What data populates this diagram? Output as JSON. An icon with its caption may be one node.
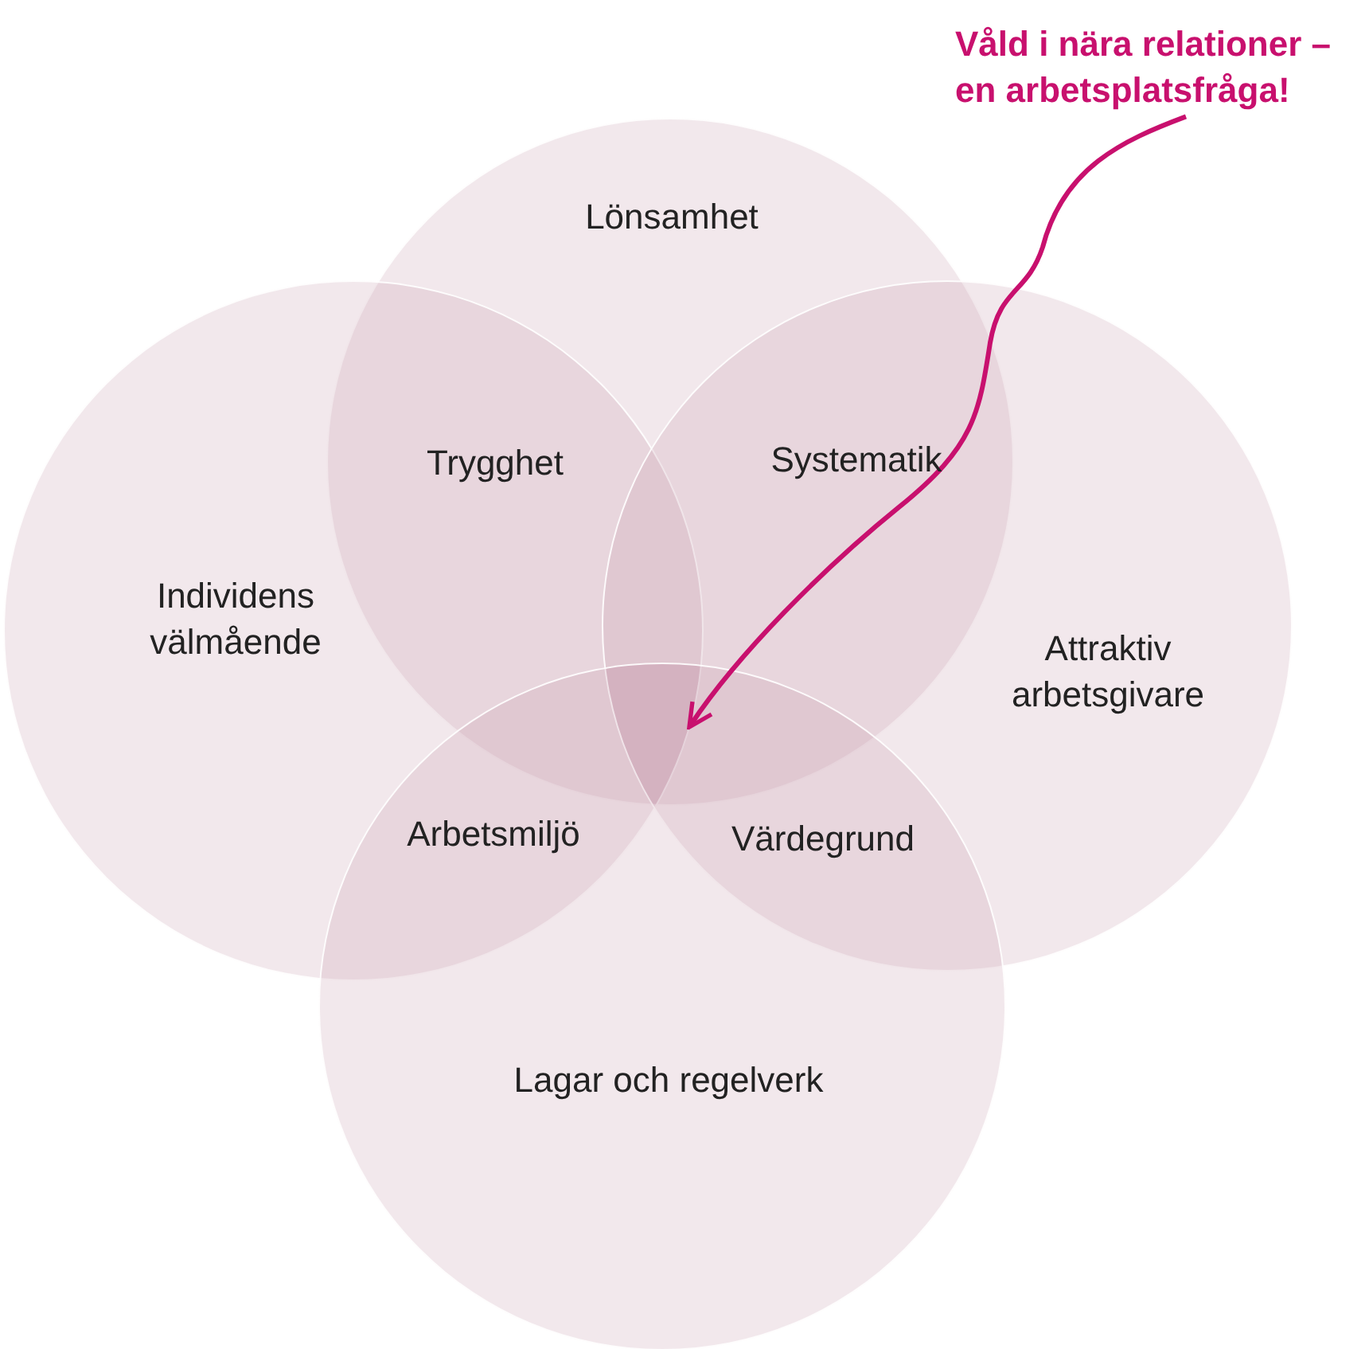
{
  "diagram": {
    "nodes": [
      {
        "text": [
          "Lönsamhet"
        ]
      },
      {
        "text": [
          "Individens välmående"
        ]
      },
      {
        "text": [
          "Attraktiv arbetsgivare"
        ]
      },
      {
        "text": [
          "Lagar och regelverk"
        ]
      },
      {
        "text": [
          "Våld i nära relationer – en arbetsplatsfråga!"
        ]
      },
      {
        "text": [],
        "shape": "region"
      }
    ],
    "edges": [
      {
        "from": 4,
        "to": 5,
        "arrow": "to"
      }
    ],
    "labels": [
      "Trygghet",
      "Systematik",
      "Arbetsmiljö",
      "Värdegrund"
    ]
  }
}
